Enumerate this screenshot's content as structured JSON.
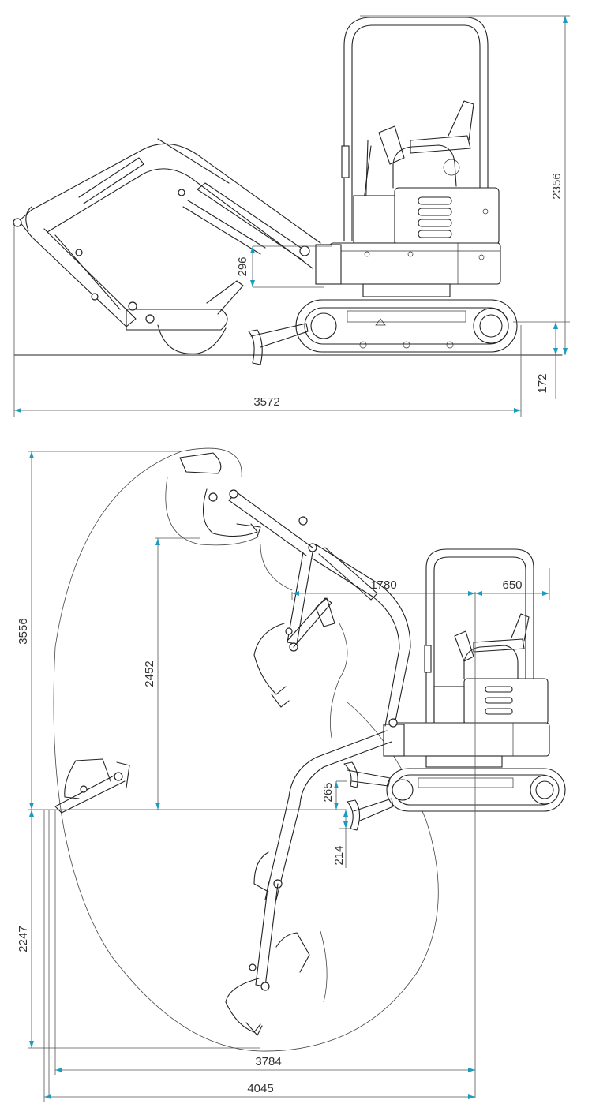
{
  "side_view": {
    "overall_height": "2356",
    "boom_height": "296",
    "ground_clearance": "172",
    "overall_length": "3572"
  },
  "working_range": {
    "tail_swing": "1780",
    "rear_radius": "650",
    "max_dig_height": "3556",
    "max_dump_height": "2452",
    "blade_lift": "265",
    "blade_depth": "214",
    "max_dig_depth": "2247",
    "max_reach_ground": "3784",
    "max_reach": "4045"
  },
  "colors": {
    "line": "#222222",
    "arrow": "#1a9cc0",
    "background": "#ffffff"
  }
}
